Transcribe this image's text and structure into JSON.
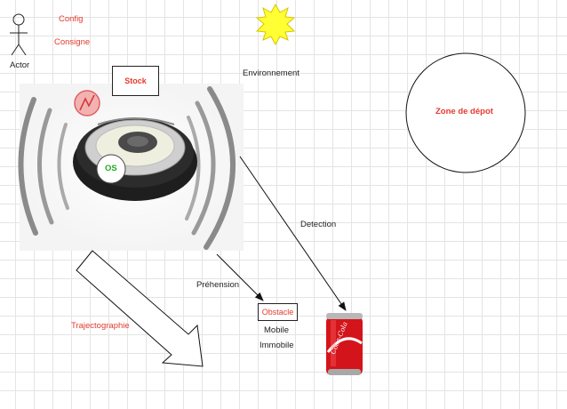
{
  "actor": {
    "label": "Actor",
    "inputs": [
      "Config",
      "Consigne"
    ]
  },
  "stock": {
    "label": "Stock"
  },
  "environment": {
    "label": "Environnement"
  },
  "zone": {
    "label": "Zone de dépot"
  },
  "robot": {
    "os_label": "OS"
  },
  "edges": {
    "detection": "Detection",
    "prehension": "Préhension",
    "trajectory": "Trajectographie"
  },
  "obstacle": {
    "label": "Obstacle",
    "types": [
      "Mobile",
      "Immobile"
    ]
  },
  "can": {
    "brand": "Coca-Cola"
  },
  "colors": {
    "accent_red": "#e53a2e",
    "os_green": "#22aa22",
    "sun_yellow": "#ffff33",
    "grid": "#e4e4e4"
  }
}
